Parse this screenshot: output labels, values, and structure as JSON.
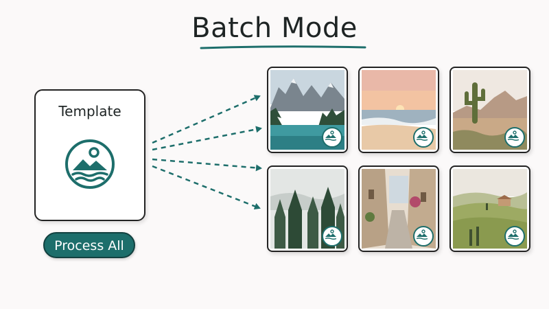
{
  "title": "Batch Mode",
  "template": {
    "label": "Template",
    "icon": "landscape-template-icon"
  },
  "process_button": {
    "label": "Process All"
  },
  "outputs": [
    {
      "scene": "mountain-lake",
      "badge_icon": "landscape-badge-icon"
    },
    {
      "scene": "beach-sunset",
      "badge_icon": "landscape-badge-icon"
    },
    {
      "scene": "desert-cactus",
      "badge_icon": "landscape-badge-icon"
    },
    {
      "scene": "misty-forest",
      "badge_icon": "landscape-badge-icon"
    },
    {
      "scene": "old-town-street",
      "badge_icon": "landscape-badge-icon"
    },
    {
      "scene": "rolling-hills",
      "badge_icon": "landscape-badge-icon"
    }
  ],
  "colors": {
    "accent": "#1d6e6b",
    "outline": "#222222",
    "background": "#fbf9f9"
  }
}
